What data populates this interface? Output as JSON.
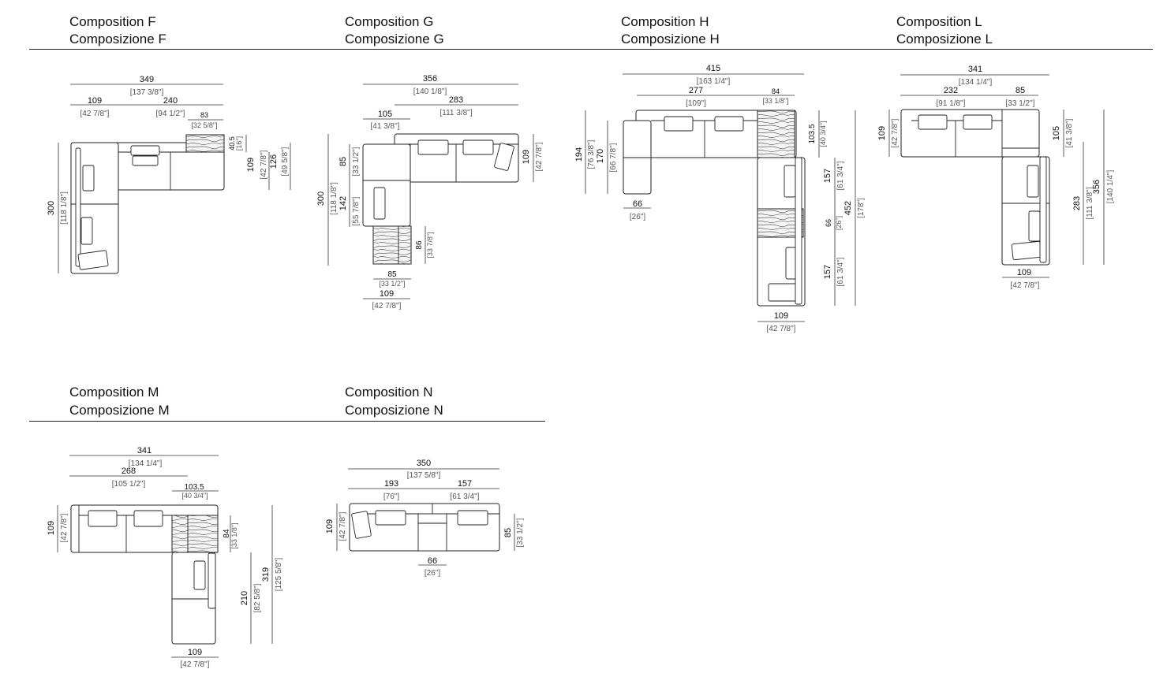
{
  "compositions": [
    {
      "id": "F",
      "title": "Composition F",
      "subtitle": "Composizione F",
      "dims": [
        {
          "cm": "349",
          "in": "[137 3/8\"]"
        },
        {
          "cm": "109",
          "in": "[42 7/8\"]"
        },
        {
          "cm": "240",
          "in": "[94 1/2\"]"
        },
        {
          "cm": "83",
          "in": "[32 5/8\"]"
        },
        {
          "cm": "40.5",
          "in": "[16\"]"
        },
        {
          "cm": "109",
          "in": "[42 7/8\"]"
        },
        {
          "cm": "126",
          "in": "[49 5/8\"]"
        },
        {
          "cm": "300",
          "in": "[118 1/8\"]"
        }
      ]
    },
    {
      "id": "G",
      "title": "Composition G",
      "subtitle": "Composizione G",
      "dims": [
        {
          "cm": "356",
          "in": "[140 1/8\"]"
        },
        {
          "cm": "283",
          "in": "[111 3/8\"]"
        },
        {
          "cm": "105",
          "in": "[41 3/8\"]"
        },
        {
          "cm": "109",
          "in": "[42 7/8\"]"
        },
        {
          "cm": "85",
          "in": "[33 1/2\"]"
        },
        {
          "cm": "300",
          "in": "[118 1/8\"]"
        },
        {
          "cm": "142",
          "in": "[55 7/8\"]"
        },
        {
          "cm": "86",
          "in": "[33 7/8\"]"
        },
        {
          "cm": "85",
          "in": "[33 1/2\"]"
        },
        {
          "cm": "109",
          "in": "[42 7/8\"]"
        }
      ]
    },
    {
      "id": "H",
      "title": "Composition H",
      "subtitle": "Composizione H",
      "dims": [
        {
          "cm": "415",
          "in": "[163 1/4\"]"
        },
        {
          "cm": "277",
          "in": "[109\"]"
        },
        {
          "cm": "84",
          "in": "[33 1/8\"]"
        },
        {
          "cm": "194",
          "in": "[76 3/8\"]"
        },
        {
          "cm": "170",
          "in": "[66 7/8\"]"
        },
        {
          "cm": "66",
          "in": "[26\"]"
        },
        {
          "cm": "103.5",
          "in": "[40 3/4\"]"
        },
        {
          "cm": "157",
          "in": "[61 3/4\"]"
        },
        {
          "cm": "66",
          "in": "[26\"]"
        },
        {
          "cm": "452",
          "in": "[178\"]"
        },
        {
          "cm": "157",
          "in": "[61 3/4\"]"
        },
        {
          "cm": "109",
          "in": "[42 7/8\"]"
        }
      ]
    },
    {
      "id": "L",
      "title": "Composition L",
      "subtitle": "Composizione L",
      "dims": [
        {
          "cm": "341",
          "in": "[134 1/4\"]"
        },
        {
          "cm": "232",
          "in": "[91 1/8\"]"
        },
        {
          "cm": "85",
          "in": "[33 1/2\"]"
        },
        {
          "cm": "109",
          "in": "[42 7/8\"]"
        },
        {
          "cm": "105",
          "in": "[41 3/8\"]"
        },
        {
          "cm": "283",
          "in": "[111 3/8\"]"
        },
        {
          "cm": "356",
          "in": "[140 1/4\"]"
        },
        {
          "cm": "109",
          "in": "[42 7/8\"]"
        }
      ]
    },
    {
      "id": "M",
      "title": "Composition M",
      "subtitle": "Composizione M",
      "dims": [
        {
          "cm": "341",
          "in": "[134 1/4\"]"
        },
        {
          "cm": "268",
          "in": "[105 1/2\"]"
        },
        {
          "cm": "103.5",
          "in": "[40 3/4\"]"
        },
        {
          "cm": "109",
          "in": "[42 7/8\"]"
        },
        {
          "cm": "84",
          "in": "[33 1/8\"]"
        },
        {
          "cm": "210",
          "in": "[82 5/8\"]"
        },
        {
          "cm": "319",
          "in": "[125 5/8\"]"
        },
        {
          "cm": "109",
          "in": "[42 7/8\"]"
        }
      ]
    },
    {
      "id": "N",
      "title": "Composition N",
      "subtitle": "Composizione N",
      "dims": [
        {
          "cm": "350",
          "in": "[137 5/8\"]"
        },
        {
          "cm": "193",
          "in": "[76\"]"
        },
        {
          "cm": "157",
          "in": "[61 3/4\"]"
        },
        {
          "cm": "109",
          "in": "[42 7/8\"]"
        },
        {
          "cm": "85",
          "in": "[33 1/2\"]"
        },
        {
          "cm": "66",
          "in": "[26\"]"
        }
      ]
    }
  ]
}
